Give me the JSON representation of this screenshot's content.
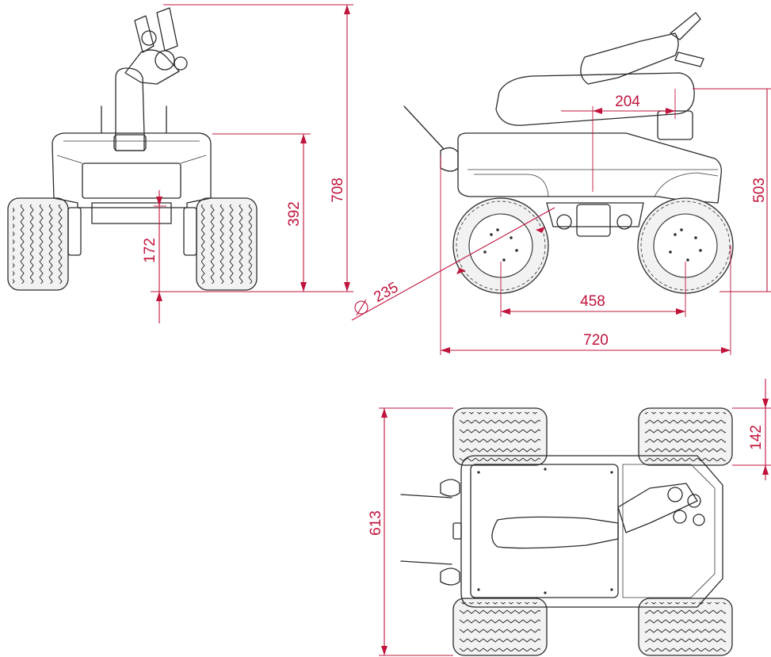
{
  "colors": {
    "dimension": "#c0143c",
    "outline": "#2b2b2b"
  },
  "dimensions": {
    "front_total_height": "708",
    "front_body_height": "392",
    "front_ground_clearance": "172",
    "wheel_diameter": "235",
    "side_arm_offset": "204",
    "side_height": "503",
    "side_wheelbase": "458",
    "side_total_length": "720",
    "top_width": "613",
    "top_wheel_width": "142"
  },
  "symbols": {
    "diameter_symbol": "⌀"
  }
}
